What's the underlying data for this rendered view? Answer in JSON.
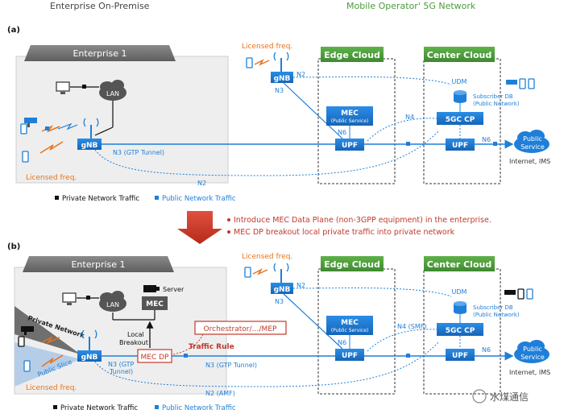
{
  "headers": {
    "left": "Enterprise On-Premise",
    "right": "Mobile Operator' 5G Network"
  },
  "panel_a": {
    "tag": "(a)",
    "enterprise": "Enterprise 1",
    "lan": "LAN",
    "gnb_ent": "gNB",
    "licensed_ent": "Licensed freq.",
    "licensed_op": "Licensed freq.",
    "gnb_op": "gNB",
    "n2_op": "N2",
    "n3_op": "N3",
    "edge_cloud": "Edge Cloud",
    "center_cloud": "Center Cloud",
    "mec": "MEC",
    "mec_sub": "(Public Service)",
    "n6_edge": "N6",
    "upf_edge": "UPF",
    "n4": "N4",
    "udm": "UDM",
    "subdb": "Subscriber DB",
    "subdb_sub": "(Public Network)",
    "fivegc": "5GC CP",
    "upf_center": "UPF",
    "n6_center": "N6",
    "public_service_1": "Public",
    "public_service_2": "Service",
    "internet": "Internet, IMS",
    "n3_tunnel": "N3 (GTP Tunnel)",
    "n2_bottom": "N2"
  },
  "legend_a": {
    "private": "Private Network Traffic",
    "public": "Public Network Traffic"
  },
  "transition": {
    "line1": "Introduce MEC Data Plane (non-3GPP equipment) in the enterprise.",
    "line2": "MEC DP breakout local private traffic into private network"
  },
  "panel_b": {
    "tag": "(b)",
    "enterprise": "Enterprise 1",
    "server": "Server",
    "lan": "LAN",
    "mec_ent": "MEC",
    "private_network": "Private Network",
    "public_slice": "Public Slice",
    "local_breakout_1": "Local",
    "local_breakout_2": "Breakout",
    "gnb_ent": "gNB",
    "mec_dp": "MEC DP",
    "n3_gtp_1": "N3 (GTP",
    "n3_gtp_2": "Tunnel)",
    "orchestrator": "Orchestrator/…/MEP",
    "traffic_rule": "Traffic Rule",
    "licensed_ent": "Licensed freq.",
    "licensed_op": "Licensed freq.",
    "gnb_op": "gNB",
    "n2_op": "N2",
    "n3_op": "N3",
    "edge_cloud": "Edge Cloud",
    "center_cloud": "Center Cloud",
    "mec": "MEC",
    "mec_sub": "(Public Service)",
    "n6_edge": "N6",
    "upf_edge": "UPF",
    "n4": "N4 (SMF)",
    "udm": "UDM",
    "subdb": "Subscriber DB",
    "subdb_sub": "(Public Network)",
    "fivegc": "5GC CP",
    "upf_center": "UPF",
    "n6_center": "N6",
    "public_service_1": "Public",
    "public_service_2": "Service",
    "internet": "Internet, IMS",
    "n3_tunnel": "N3 (GTP Tunnel)",
    "n2_amf": "N2 (AMF)"
  },
  "legend_b": {
    "private": "Private Network Traffic",
    "public": "Public Network Traffic"
  },
  "watermark": "水煤通信",
  "colors": {
    "public_blue": "#1f7fd8",
    "private_black": "#111111",
    "cloud_green": "#4a9d3a",
    "orange": "#e8731a",
    "red": "#c0392b",
    "enterprise_grey": "#6f6f6f"
  }
}
